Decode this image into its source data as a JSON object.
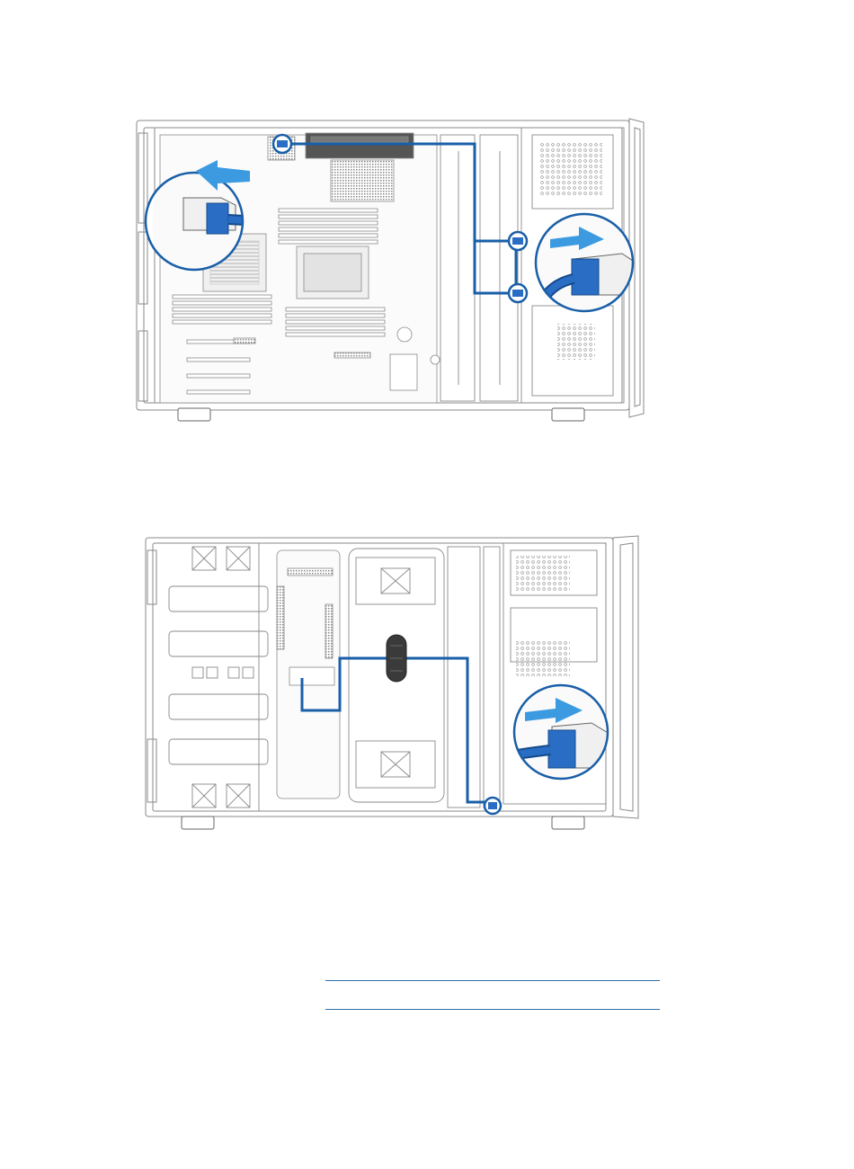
{
  "colors": {
    "cable": "#1a5fa8",
    "arrow": "#3b9ae0",
    "connector_blue": "#2a6dc4",
    "line": "#8a8a8a",
    "panel": "#f4f4f4",
    "rule": "#2f6fa8"
  },
  "icons": [
    "arrow-left-icon",
    "arrow-right-icon",
    "connector-callout-icon",
    "cable-clip-icon"
  ],
  "figures": [
    {
      "id": "fig1",
      "subject": "server-chassis-motherboard",
      "cable_direction_callouts": [
        "left",
        "right"
      ],
      "connector_markers": 3
    },
    {
      "id": "fig2",
      "subject": "server-chassis-fan-side",
      "cable_direction_callouts": [
        "right"
      ],
      "connector_markers": 1
    }
  ]
}
